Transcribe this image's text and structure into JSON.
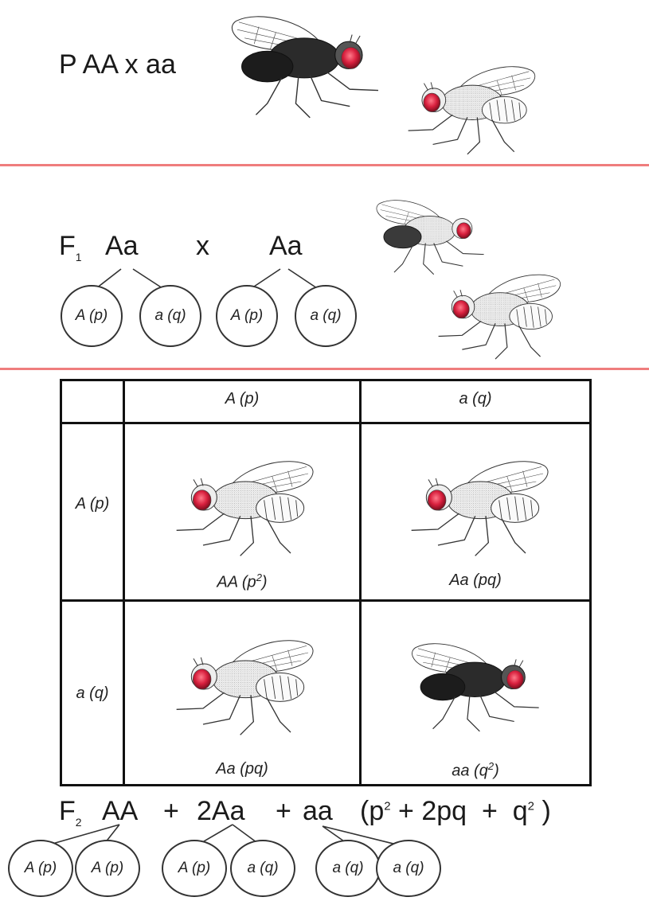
{
  "parental": {
    "label": "P",
    "cross": "AA x aa"
  },
  "f1": {
    "label": "F",
    "subscript": "1",
    "genotype_left": "Aa",
    "cross_sign": "x",
    "genotype_right": "Aa",
    "gametes": [
      "A (p)",
      "a (q)",
      "A (p)",
      "a (q)"
    ]
  },
  "punnett": {
    "col_headers": [
      "A (p)",
      "a (q)"
    ],
    "row_headers": [
      "A (p)",
      "a (q)"
    ],
    "cells": [
      {
        "genotype": "AA",
        "freq": "(p",
        "sup": "2",
        "close": ")"
      },
      {
        "genotype": "Aa",
        "freq": "(pq)",
        "sup": "",
        "close": ""
      },
      {
        "genotype": "Aa",
        "freq": "(pq)",
        "sup": "",
        "close": ""
      },
      {
        "genotype": "aa",
        "freq": "(q",
        "sup": "2",
        "close": ")"
      }
    ]
  },
  "f2": {
    "label": "F",
    "subscript": "2",
    "t1": "AA",
    "plus1": "+",
    "t2": "2Aa",
    "plus2": "+",
    "t3": "aa",
    "eq_open": "(p",
    "sup1": "2",
    "eq_mid": "+ 2pq",
    "plus3": "+",
    "eq_q": "q",
    "sup2": "2",
    "eq_close": ")",
    "gametes": [
      "A (p)",
      "A (p)",
      "A (p)",
      "a (q)",
      "a (q)",
      "a (q)"
    ]
  },
  "colors": {
    "divider": "#ef7d7d",
    "eye": "#d8203e",
    "dark_body": "#2b2b2b"
  }
}
